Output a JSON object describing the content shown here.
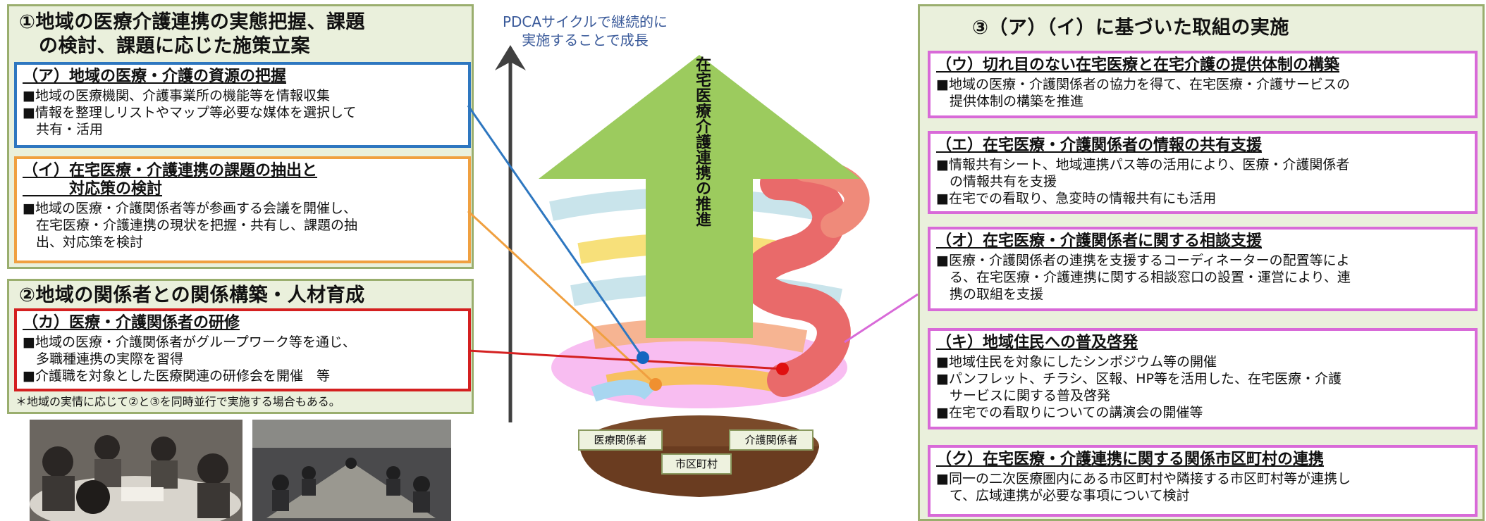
{
  "left": {
    "section1_title_line1": "①地域の医療介護連携の実態把握、課題",
    "section1_title_line2": "の検討、課題に応じた施策立案",
    "box_a": {
      "title": "（ア）地域の医療・介護の資源の把握",
      "lines": [
        "■地域の医療機関、介護事業所の機能等を情報収集",
        "■情報を整理しリストやマップ等必要な媒体を選択して",
        "　共有・活用"
      ]
    },
    "box_i": {
      "title_line1": "（イ）在宅医療・介護連携の課題の抽出と",
      "title_line2": "　　　対応策の検討",
      "lines": [
        "■地域の医療・介護関係者等が参画する会議を開催し、",
        "　在宅医療・介護連携の現状を把握・共有し、課題の抽",
        "　出、対応策を検討"
      ]
    },
    "section2_title": "②地域の関係者との関係構築・人材育成",
    "box_ka": {
      "title": "（カ）医療・介護関係者の研修",
      "lines": [
        "■地域の医療・介護関係者がグループワーク等を通じ、",
        "　多職種連携の実際を習得",
        "■介護職を対象とした医療関連の研修会を開催　等"
      ]
    },
    "note": "＊地域の実情に応じて②と③を同時並行で実施する場合もある。"
  },
  "center": {
    "pdca_line1": "PDCAサイクルで継続的に",
    "pdca_line2": "実施することで成長",
    "arrow_text": "在宅医療介護連携の推進",
    "label_medical": "医療関係者",
    "label_care": "介護関係者",
    "label_city": "市区町村"
  },
  "right": {
    "section3_title": "③（ア）（イ）に基づいた取組の実施",
    "box_u": {
      "title": "（ウ）切れ目のない在宅医療と在宅介護の提供体制の構築",
      "lines": [
        "■地域の医療・介護関係者の協力を得て、在宅医療・介護サービスの",
        "　提供体制の構築を推進"
      ]
    },
    "box_e": {
      "title": "（エ）在宅医療・介護関係者の情報の共有支援",
      "lines": [
        "■情報共有シート、地域連携パス等の活用により、医療・介護関係者",
        "　の情報共有を支援",
        "■在宅での看取り、急変時の情報共有にも活用"
      ]
    },
    "box_o": {
      "title": "（オ）在宅医療・介護関係者に関する相談支援",
      "lines": [
        "■医療・介護関係者の連携を支援するコーディネーターの配置等によ",
        "　る、在宅医療・介護連携に関する相談窓口の設置・運営により、連",
        "　携の取組を支援"
      ]
    },
    "box_ki": {
      "title": "（キ）地域住民への普及啓発",
      "lines": [
        "■地域住民を対象にしたシンポジウム等の開催",
        "■パンフレット、チラシ、区報、HP等を活用した、在宅医療・介護",
        "　サービスに関する普及啓発",
        "■在宅での看取りについての講演会の開催等"
      ]
    },
    "box_ku": {
      "title": "（ク）在宅医療・介護連携に関する関係市区町村の連携",
      "lines": [
        "■同一の二次医療圏内にある市区町村や隣接する市区町村等が連携し",
        "　て、広域連携が必要な事項について検討"
      ]
    }
  },
  "colors": {
    "section_bg": "#eaf0dc",
    "section_border": "#9aae6e",
    "box_a": "#2e77c0",
    "box_i": "#f0a040",
    "box_ka": "#d42020",
    "right_boxes": "#d86ad8",
    "arrow_green": "#9ccb5e"
  },
  "icons": [
    "up-arrow-icon",
    "spiral-graphic",
    "photo-group-work",
    "photo-meeting"
  ]
}
